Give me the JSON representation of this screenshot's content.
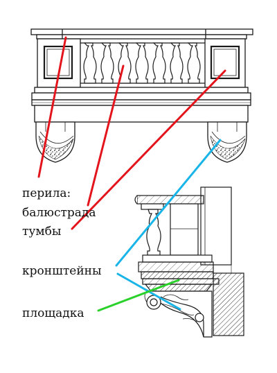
{
  "labels": {
    "railing": "перила:",
    "balustrade": "балюстрада",
    "pedestals": "тумбы",
    "brackets": "кронштейны",
    "platform": "площадка"
  },
  "colors": {
    "red": "#e3141c",
    "blue": "#19b4e8",
    "green": "#2ad12a",
    "ink": "#1a1a1a"
  }
}
